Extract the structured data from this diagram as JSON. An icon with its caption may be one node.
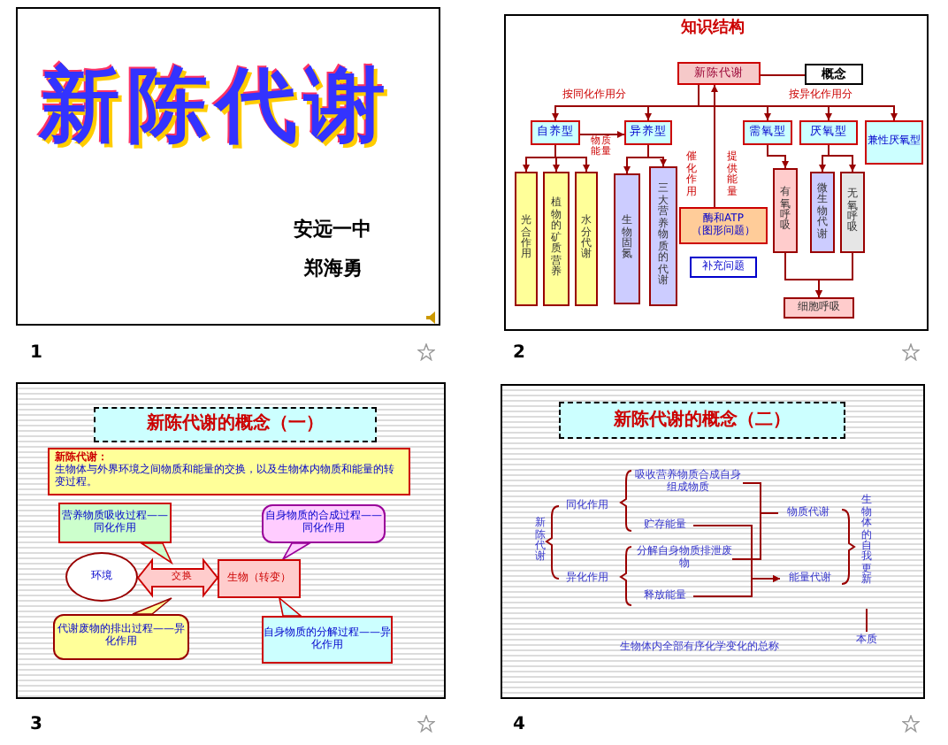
{
  "diagram": {
    "nodes": [
      {
        "text": [
          "新陈代谢"
        ]
      },
      {
        "text": [
          "概念"
        ]
      },
      {
        "text": [
          "自养型"
        ]
      },
      {
        "text": [
          "异养型"
        ]
      },
      {
        "text": [
          "需氧型"
        ]
      },
      {
        "text": [
          "厌氧型"
        ]
      },
      {
        "text": [
          "兼性厌氧型"
        ]
      },
      {
        "text": [
          "光合作用"
        ]
      },
      {
        "text": [
          "植物的矿质营养"
        ]
      },
      {
        "text": [
          "水分代谢"
        ]
      },
      {
        "text": [
          "生物固氮"
        ]
      },
      {
        "text": [
          "三大营养物质的代谢"
        ]
      },
      {
        "text": [
          "酶和ATP",
          "（图形问题）"
        ]
      },
      {
        "text": [
          "有氧呼吸"
        ]
      },
      {
        "text": [
          "微生物代谢"
        ]
      },
      {
        "text": [
          "无氧呼吸"
        ]
      },
      {
        "text": [
          "补充问题"
        ]
      },
      {
        "text": [
          "细胞呼吸"
        ]
      },
      {
        "text": [
          "新陈代谢的概念（一）"
        ]
      },
      {
        "text": [
          "**新陈代谢：**生物体与外界环境之间物质和能量的交换，以及生物体内物质和能量的转变过程。"
        ]
      },
      {
        "text": [
          "营养物质吸收过程——同化作用"
        ]
      },
      {
        "text": [
          "自身物质的合成过程——同化作用"
        ]
      },
      {
        "text": [
          "环境"
        ]
      },
      {
        "text": [
          "生物（转变）"
        ]
      },
      {
        "text": [
          "代谢废物的排出过程——异化作用"
        ]
      },
      {
        "text": [
          "自身物质的分解过程——异化作用"
        ]
      },
      {
        "text": [
          "新陈代谢的概念（二）"
        ]
      },
      {
        "text": [
          "新陈代谢"
        ]
      },
      {
        "text": [
          "同化作用"
        ]
      },
      {
        "text": [
          "异化作用"
        ]
      },
      {
        "text": [
          "吸收营养物质合成自身组成物质"
        ]
      },
      {
        "text": [
          "贮存能量"
        ]
      },
      {
        "text": [
          "分解自身物质排泄废物"
        ]
      },
      {
        "text": [
          "释放能量"
        ]
      },
      {
        "text": [
          "物质代谢"
        ]
      },
      {
        "text": [
          "能量代谢"
        ]
      },
      {
        "text": [
          "生物体的自我更新"
        ]
      },
      {
        "text": [
          "本质"
        ]
      },
      {
        "text": [
          "生物体内全部有序化学变化的总称"
        ]
      }
    ],
    "edges": [
      {
        "from": 0,
        "to": 1,
        "arrow": "none"
      },
      {
        "from": 0,
        "to": 2,
        "arrow": "to"
      },
      {
        "from": 0,
        "to": 3,
        "arrow": "to"
      },
      {
        "from": 0,
        "to": 4,
        "arrow": "to"
      },
      {
        "from": 0,
        "to": 5,
        "arrow": "to"
      },
      {
        "from": 0,
        "to": 6,
        "arrow": "to"
      },
      {
        "from": 2,
        "to": 3,
        "arrow": "to",
        "label": "物质能量"
      },
      {
        "from": 2,
        "to": 7,
        "arrow": "to"
      },
      {
        "from": 2,
        "to": 8,
        "arrow": "to"
      },
      {
        "from": 2,
        "to": 9,
        "arrow": "to"
      },
      {
        "from": 3,
        "to": 10,
        "arrow": "to"
      },
      {
        "from": 3,
        "to": 11,
        "arrow": "to"
      },
      {
        "from": 12,
        "to": 0,
        "arrow": "to"
      },
      {
        "from": 4,
        "to": 13,
        "arrow": "to"
      },
      {
        "from": 5,
        "to": 14,
        "arrow": "to"
      },
      {
        "from": 5,
        "to": 15,
        "arrow": "to"
      },
      {
        "from": 13,
        "to": 17,
        "arrow": "to"
      },
      {
        "from": 15,
        "to": 17,
        "arrow": "to"
      },
      {
        "from": 22,
        "to": 23,
        "arrow": "both",
        "label": "交换"
      },
      {
        "from": 30,
        "to": 34,
        "arrow": "none"
      },
      {
        "from": 32,
        "to": 34,
        "arrow": "none"
      },
      {
        "from": 31,
        "to": 35,
        "arrow": "to"
      },
      {
        "from": 33,
        "to": 35,
        "arrow": "to"
      },
      {
        "from": 36,
        "to": 37,
        "arrow": "none"
      }
    ],
    "labels": [
      "新陈代谢",
      "安远一中",
      "郑海勇",
      "知识结构",
      "按同化作用分",
      "按异化作用分",
      "催化作用",
      "提供能量",
      "1",
      "2",
      "3",
      "4"
    ]
  }
}
